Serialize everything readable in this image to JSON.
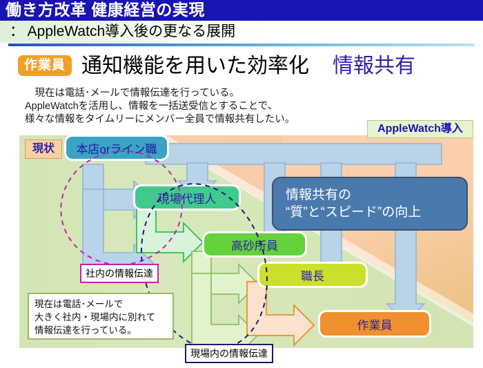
{
  "header": {
    "title": "働き方改革  健康経営の実現",
    "subtitle": "： AppleWatch導入後の更なる展開",
    "title_bar_color": "#1a14b4"
  },
  "heading": {
    "role_badge": "作業員",
    "main": "通知機能を用いた効率化",
    "accent": "情報共有",
    "badge_color": "#f0a028",
    "accent_color": "#2d22a8"
  },
  "intro": {
    "text": "　現在は電話･メールで情報伝達を行っている。\nAppleWatchを活用し、情報を一括送受信とすることで、\n様々な情報をタイムリーにメンバー全員で情報共有したい。"
  },
  "diagram": {
    "state_chip": "現状",
    "applewatch_chip": "AppleWatch導入",
    "nodes": [
      {
        "id": "head",
        "label": "本店orライン職",
        "color": "#3ba3c4"
      },
      {
        "id": "agent",
        "label": "現場代理人",
        "color": "#42c98e"
      },
      {
        "id": "staff",
        "label": "高砂所員",
        "color": "#63d23b"
      },
      {
        "id": "fore",
        "label": "職長",
        "color": "#cbe02a"
      },
      {
        "id": "worker",
        "label": "作業員",
        "color": "#f0902e"
      }
    ],
    "callout": "情報共有の\n“質”と“スピード”の向上",
    "callout_color": "#4a79ad",
    "tags": [
      {
        "id": "uchi",
        "label": "社内の情報伝達",
        "border": "#c51fb5"
      },
      {
        "id": "genba",
        "label": "現場内の情報伝達",
        "border": "#1b1a6e"
      }
    ],
    "note": "現在は電話･メールで\n大きく社内・現場内に別れて\n情報伝達を行っている。"
  }
}
